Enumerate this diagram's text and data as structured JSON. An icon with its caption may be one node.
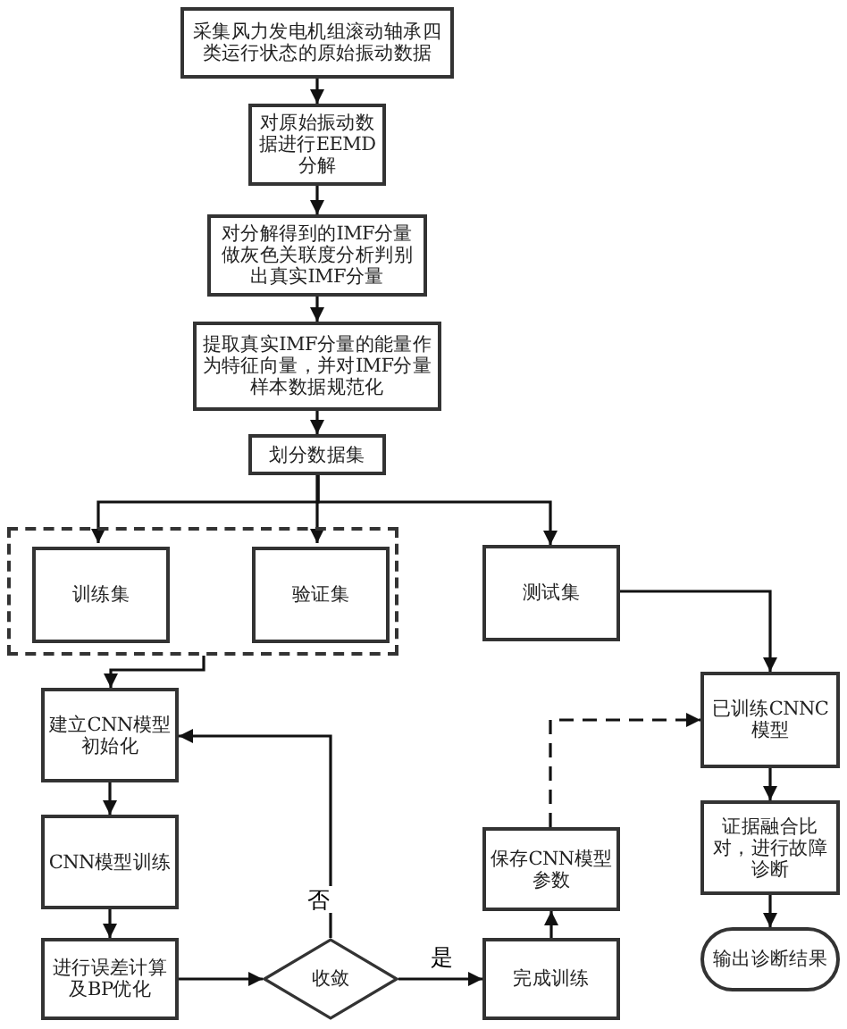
{
  "diagram": {
    "nodes": [
      {
        "text": [
          "采集风力发电机组滚动轴承四类运行状态的原始振动数据"
        ]
      },
      {
        "text": [
          "对原始振动数据进行EEMD分解"
        ]
      },
      {
        "text": [
          "对分解得到的IMF分量做灰色关联度分析判别出真实IMF分量"
        ]
      },
      {
        "text": [
          "提取真实IMF分量的能量作为特征向量，并对IMF分量样本数据规范化"
        ]
      },
      {
        "text": [
          "划分数据集"
        ]
      },
      {
        "text": [],
        "shape": "box"
      },
      {
        "text": [
          "训练集"
        ],
        "in": 5
      },
      {
        "text": [
          "验证集"
        ],
        "in": 5
      },
      {
        "text": [
          "测试集"
        ]
      },
      {
        "text": [
          "建立CNN模型初始化"
        ]
      },
      {
        "text": [
          "CNN模型训练"
        ]
      },
      {
        "text": [
          "进行误差计算及BP优化"
        ]
      },
      {
        "text": [
          "收敛"
        ]
      },
      {
        "text": [
          "完成训练"
        ]
      },
      {
        "text": [
          "保存CNN模型参数"
        ]
      },
      {
        "text": [
          "已训练CNNC模型"
        ]
      },
      {
        "text": [
          "证据融合比对，进行故障诊断"
        ]
      },
      {
        "text": [
          "输出诊断结果"
        ]
      }
    ],
    "edges": [
      {
        "from": 0,
        "to": 1,
        "arrow": "to"
      },
      {
        "from": 1,
        "to": 2,
        "arrow": "to"
      },
      {
        "from": 2,
        "to": 3,
        "arrow": "to"
      },
      {
        "from": 3,
        "to": 4,
        "arrow": "to"
      },
      {
        "from": 4,
        "to": 6,
        "arrow": "to"
      },
      {
        "from": 4,
        "to": 7,
        "arrow": "to"
      },
      {
        "from": 4,
        "to": 8,
        "arrow": "to"
      },
      {
        "from": 5,
        "to": 9,
        "arrow": "to"
      },
      {
        "from": 9,
        "to": 10,
        "arrow": "to"
      },
      {
        "from": 10,
        "to": 11,
        "arrow": "to"
      },
      {
        "from": 11,
        "to": 12,
        "arrow": "to"
      },
      {
        "from": 12,
        "to": 9,
        "arrow": "to",
        "label": "否"
      },
      {
        "from": 12,
        "to": 13,
        "arrow": "to",
        "label": "是"
      },
      {
        "from": 13,
        "to": 14,
        "arrow": "to"
      },
      {
        "from": 14,
        "to": 15,
        "arrow": "to",
        "style": "dashed"
      },
      {
        "from": 8,
        "to": 15,
        "arrow": "to"
      },
      {
        "from": 15,
        "to": 16,
        "arrow": "to"
      },
      {
        "from": 16,
        "to": 17,
        "arrow": "to"
      }
    ]
  }
}
